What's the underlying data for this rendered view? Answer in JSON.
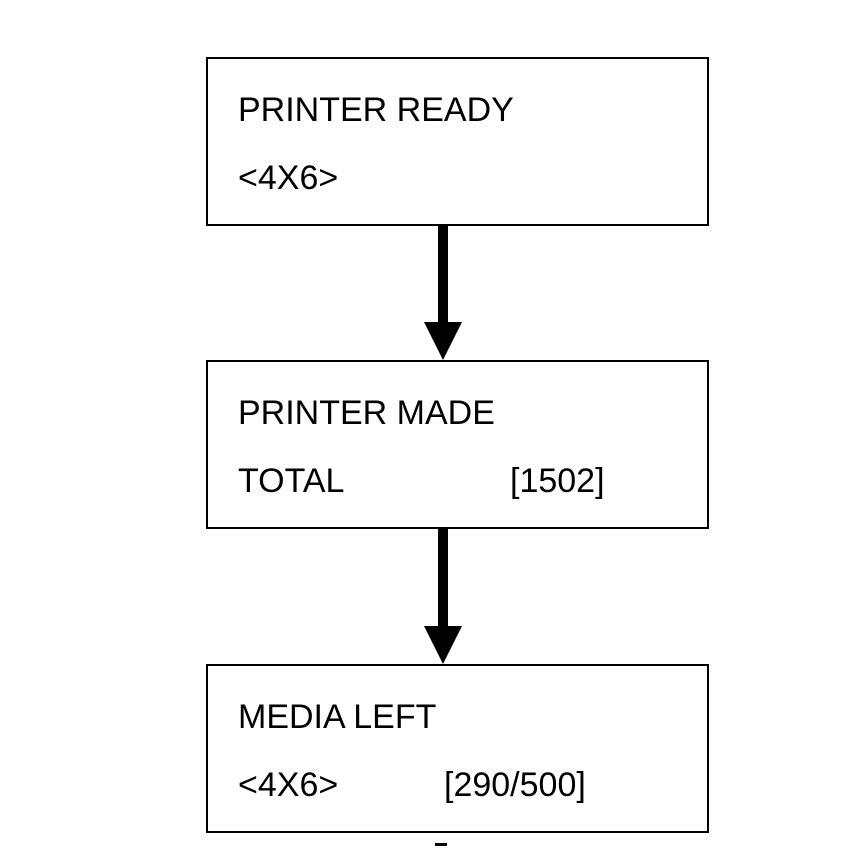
{
  "steps": [
    {
      "title": "PRINTER READY",
      "line2_left": "<4X6>",
      "line2_right": ""
    },
    {
      "title": "PRINTER MADE",
      "line2_left": "TOTAL",
      "line2_right": "[1502]"
    },
    {
      "title": "MEDIA LEFT",
      "line2_left": "<4X6>",
      "line2_right": "[290/500]"
    }
  ],
  "colors": {
    "stroke": "#000000",
    "background": "#ffffff"
  }
}
